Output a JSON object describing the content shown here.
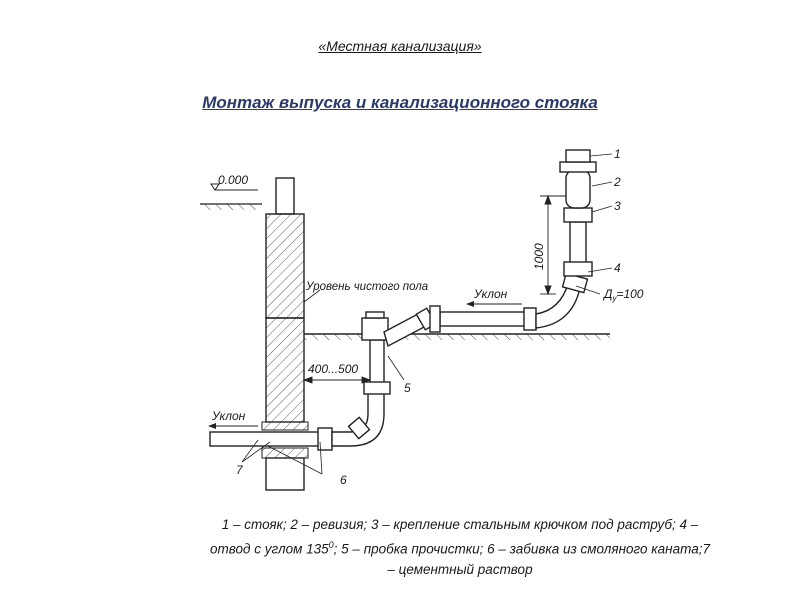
{
  "header": {
    "subtitle": "«Местная канализация»"
  },
  "title": "Монтаж выпуска и канализационного стояка",
  "diagram": {
    "labels": {
      "elevation": "0.000",
      "floor_level": "Уровень  чистого пола",
      "slope_top": "Уклон",
      "slope_bottom": "Уклон",
      "distance": "400...500",
      "height": "1000",
      "diameter": "Д",
      "diameter_sub": "у",
      "diameter_value": "=100",
      "n1": "1",
      "n2": "2",
      "n3": "3",
      "n4": "4",
      "n5": "5",
      "n6": "6",
      "n7": "7"
    }
  },
  "caption": {
    "text_a": "1 – стояк; 2 – ревизия; 3 – крепление стальным крючком под раструб; 4 –",
    "text_b": "отвод с углом 135",
    "text_b_sup": "0",
    "text_c": "; 5 – пробка прочистки; 6 – забивка из смоляного каната;7",
    "text_d": "– цементный раствор"
  }
}
